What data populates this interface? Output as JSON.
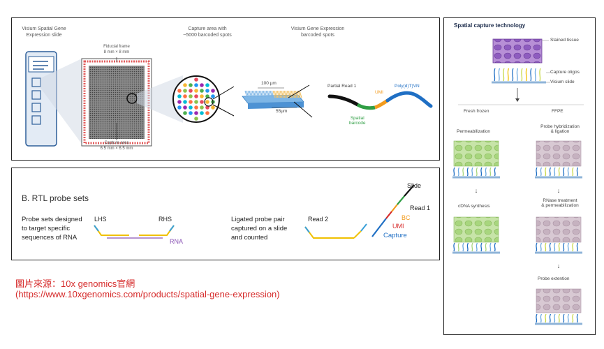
{
  "top_panel": {
    "slide_label": "Visium Spatial Gene\nExpression slide",
    "capture_area_label": "Capture area with\n~5000 barcoded spots",
    "gene_spots_label": "Visium Gene Expression\nbarcoded spots",
    "fiducial_label": "Fiducial frame\n8 mm × 8 mm",
    "capture_size_label": "Capture area\n6.5 mm × 6.5 mm",
    "um100": "100 µm",
    "um55": "55µm",
    "partial_read": "Partial Read 1",
    "umi": "UMI",
    "polyd": "Poly(d)T)VN",
    "spatial_barcode": "Spatial\nbarcode"
  },
  "rtl_panel": {
    "title": "B. RTL probe sets",
    "probe_text": "Probe sets designed\nto target specific\nsequences of RNA",
    "lhs": "LHS",
    "rhs": "RHS",
    "rna": "RNA",
    "ligated_text": "Ligated probe pair\ncaptured on a slide\nand counted",
    "read2": "Read 2",
    "slide": "Slide",
    "read1": "Read 1",
    "bc": "BC",
    "umi": "UMI",
    "capture": "Capture"
  },
  "source": {
    "line1": "圖片來源：10x genomics官網",
    "line2": "(https://www.10xgenomics.com/products/spatial-gene-expression)"
  },
  "right_panel": {
    "title": "Spatial capture technology",
    "stained_tissue": "Stained tissue",
    "capture_oligos": "Capture oligos",
    "visium_slide": "Visium slide",
    "fresh_frozen": "Fresh frozen",
    "ffpe": "FFPE",
    "permeabilization": "Permeabilization",
    "probe_hyb": "Probe hybridization\n& ligation",
    "cdna": "cDNA synthesis",
    "rnase": "RNase treatment\n& permeabilization",
    "probe_ext": "Probe extention"
  },
  "colors": {
    "red_text": "#d62b2b",
    "blue": "#1f6fc4",
    "green": "#2f9e44",
    "orange": "#f29b1d",
    "purple": "#8a53b5"
  }
}
